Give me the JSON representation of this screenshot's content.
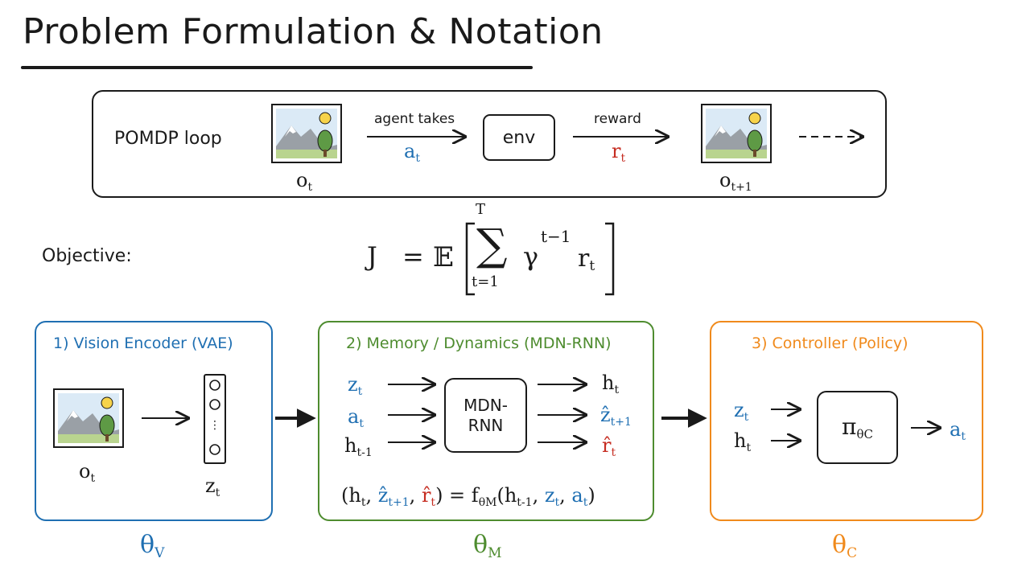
{
  "title": "Problem Formulation & Notation",
  "loop": {
    "label": "POMDP loop",
    "obs_base": "o",
    "obs_sub": "t",
    "obs_next_sub": "t+1",
    "agent_takes": "agent takes",
    "action_base": "a",
    "action_sub": "t",
    "env": "env",
    "reward": "reward",
    "reward_base": "r",
    "reward_sub": "t"
  },
  "objective": {
    "label": "Objective:",
    "J": "J",
    "eq": "=",
    "E": "𝔼",
    "sum_upper": "T",
    "sum_lower": "t=1",
    "gamma": "γ",
    "gamma_exp": "t−1",
    "r": "r",
    "r_sub": "t"
  },
  "vae": {
    "title": "1) Vision Encoder (VAE)",
    "input_base": "o",
    "input_sub": "t",
    "latent_base": "z",
    "latent_sub": "t",
    "dots": "⋮",
    "param_base": "θ",
    "param_sub": "V"
  },
  "mdn": {
    "title": "2) Memory / Dynamics (MDN-RNN)",
    "box_line1": "MDN-",
    "box_line2": "RNN",
    "in_z": "z",
    "in_z_sub": "t",
    "in_a": "a",
    "in_a_sub": "t",
    "in_h": "h",
    "in_h_sub": "t-1",
    "out_h": "h",
    "out_h_sub": "t",
    "out_z": "ẑ",
    "out_z_sub": "t+1",
    "out_r": "r̂",
    "out_r_sub": "t",
    "eq_open": "(",
    "eq_h": "h",
    "eq_h_sub": "t",
    "eq_comma1": ", ",
    "eq_z": "ẑ",
    "eq_z_sub": "t+1",
    "eq_comma2": ", ",
    "eq_r": "r̂",
    "eq_r_sub": "t",
    "eq_close": ") = ",
    "eq_f": "f",
    "eq_f_sub": "θM",
    "eq_args_open": "(",
    "eq_args_h": "h",
    "eq_args_h_sub": "t-1",
    "eq_args_c1": ", ",
    "eq_args_z": "z",
    "eq_args_z_sub": "t",
    "eq_args_c2": ", ",
    "eq_args_a": "a",
    "eq_args_a_sub": "t",
    "eq_args_close": ")",
    "param_base": "θ",
    "param_sub": "M"
  },
  "ctrl": {
    "title": "3) Controller (Policy)",
    "in_z": "z",
    "in_z_sub": "t",
    "in_h": "h",
    "in_h_sub": "t",
    "pi": "π",
    "pi_sub": "θC",
    "out_a": "a",
    "out_a_sub": "t",
    "param_base": "θ",
    "param_sub": "C"
  },
  "colors": {
    "blue": "#1f6fb2",
    "red": "#c62d22",
    "green": "#4e8c2f",
    "orange": "#f08a1c",
    "ink": "#1a1a1a"
  },
  "icons": [
    "landscape-image-icon",
    "arrow-right-icon",
    "latent-vector-icon"
  ]
}
